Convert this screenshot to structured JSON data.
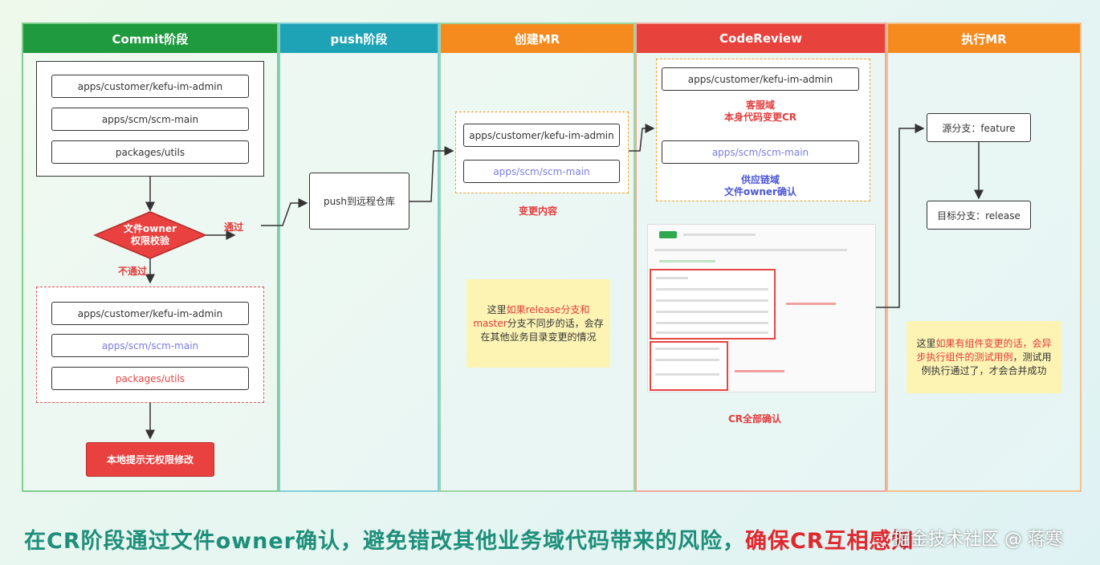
{
  "columns": {
    "commit": {
      "title": "Commit阶段",
      "color": "#1f9a3e"
    },
    "push": {
      "title": "push阶段",
      "color": "#1ea3b6"
    },
    "create_mr": {
      "title": "创建MR",
      "color": "#f58a1f"
    },
    "code_review": {
      "title": "CodeReview",
      "color": "#e8423c"
    },
    "exec_mr": {
      "title": "执行MR",
      "color": "#f58a1f"
    }
  },
  "commit": {
    "files": [
      "apps/customer/kefu-im-admin",
      "apps/scm/scm-main",
      "packages/utils"
    ],
    "check_label": "文件owner\n权限校验",
    "pass_label": "通过",
    "fail_label": "不通过",
    "fail_files": [
      "apps/customer/kefu-im-admin",
      "apps/scm/scm-main",
      "packages/utils"
    ],
    "result_label": "本地提示无权限修改"
  },
  "push": {
    "remote_label": "push到远程仓库"
  },
  "create_mr": {
    "files": [
      "apps/customer/kefu-im-admin",
      "apps/scm/scm-main"
    ],
    "changes_label": "变更内容",
    "note_prefix": "这里",
    "note_highlight": "如果release分支和master",
    "note_rest": "分支不同步的话，会存在其他业务目录变更的情况"
  },
  "code_review": {
    "file_1": "apps/customer/kefu-im-admin",
    "domain_1_line1": "客服域",
    "domain_1_line2": "本身代码变更CR",
    "file_2": "apps/scm/scm-main",
    "domain_2_line1": "供应链域",
    "domain_2_line2": "文件owner确认",
    "confirm_label": "CR全部确认"
  },
  "exec_mr": {
    "source_branch": "源分支：feature",
    "target_branch": "目标分支：release",
    "note_prefix": "这里",
    "note_highlight": "如果有组件变更的话，会异步执行组件的测试用例",
    "note_rest": "，测试用例执行通过了，才会合并成功"
  },
  "caption": {
    "main": "在CR阶段通过文件owner确认，避免错改其他业务域代码带来的风险，",
    "highlight": "确保CR互相感知"
  },
  "watermark": "掘金技术社区 @ 蒋寒"
}
